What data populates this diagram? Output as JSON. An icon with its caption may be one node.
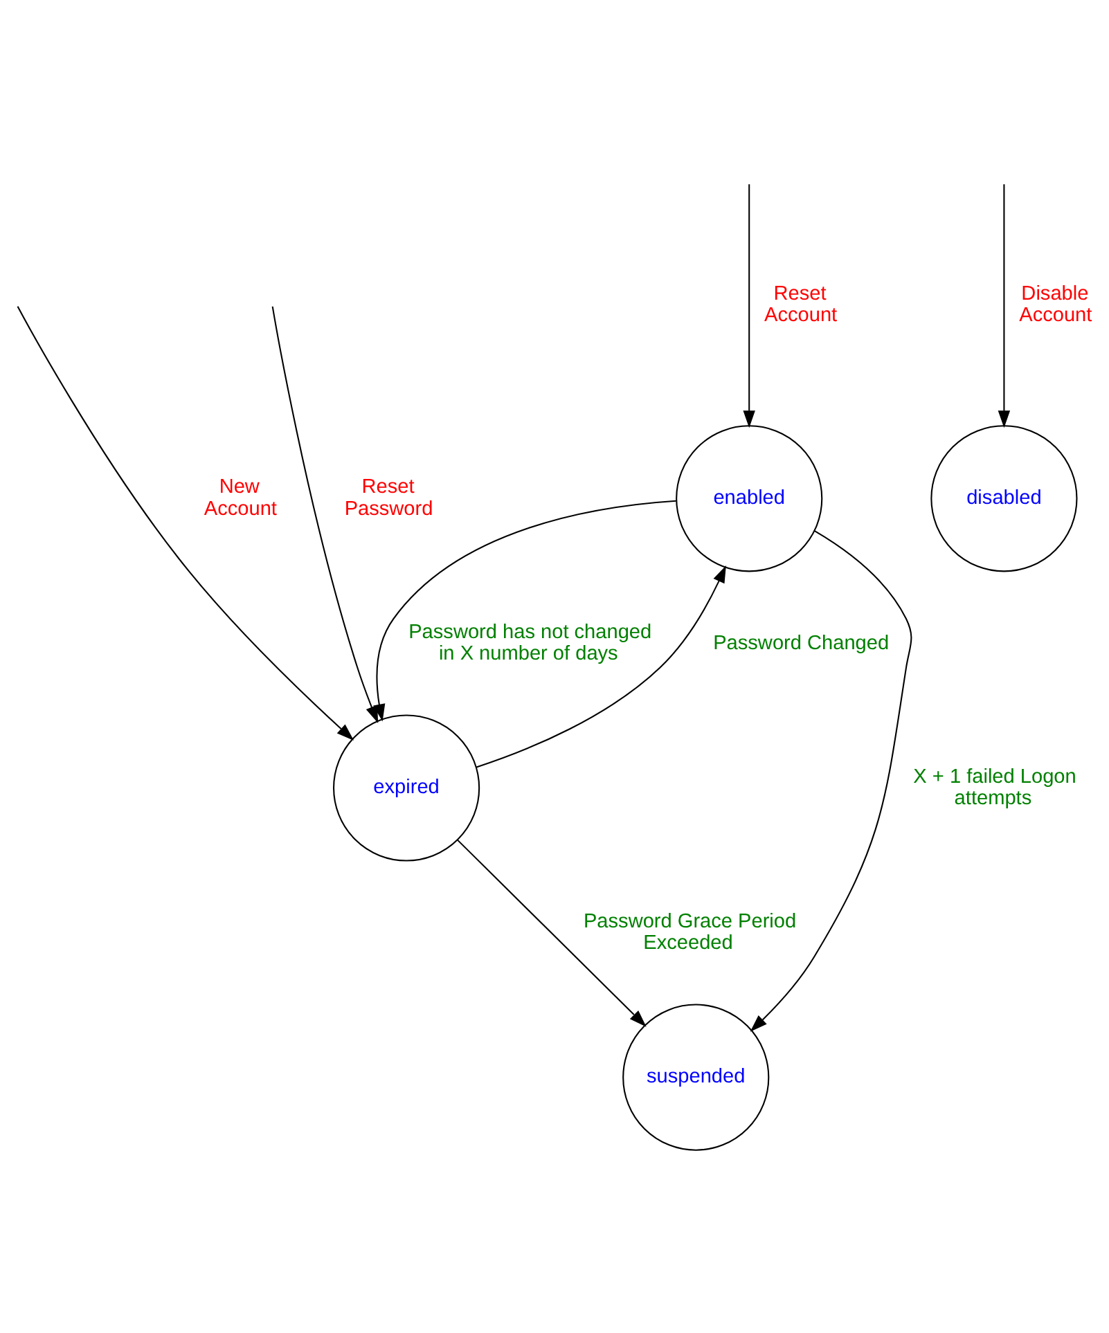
{
  "diagram": {
    "nodes": [
      {
        "text": [
          "enabled"
        ]
      },
      {
        "text": [
          "disabled"
        ]
      },
      {
        "text": [
          "expired"
        ]
      },
      {
        "text": [
          "suspended"
        ]
      }
    ],
    "edges": [
      {
        "from": null,
        "to": 1,
        "arrow": "to",
        "label": "Disable Account"
      },
      {
        "from": null,
        "to": 0,
        "arrow": "to",
        "label": "Reset Account"
      },
      {
        "from": 0,
        "to": 2,
        "arrow": "to",
        "label": "Password has not changed in X number of days"
      },
      {
        "from": 2,
        "to": 0,
        "arrow": "to",
        "label": "Password Changed"
      },
      {
        "from": null,
        "to": 2,
        "arrow": "to",
        "label": "New Account"
      },
      {
        "from": 0,
        "to": 3,
        "arrow": "to",
        "label": "X + 1 failed Logon attempts"
      },
      {
        "from": null,
        "to": 2,
        "arrow": "to",
        "label": "Reset Password"
      },
      {
        "from": 2,
        "to": 3,
        "arrow": "to",
        "label": "Password Grace Period Exceeded"
      }
    ]
  }
}
